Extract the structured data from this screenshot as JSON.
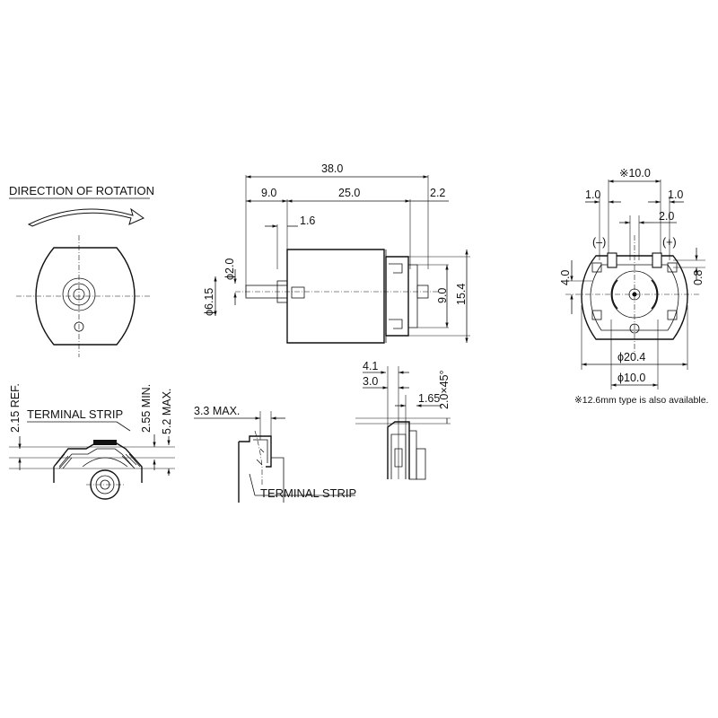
{
  "labels": {
    "direction_of_rotation": "DIRECTION OF ROTATION",
    "terminal_strip_left": "TERMINAL STRIP",
    "terminal_strip_bottom": "TERMINAL STRIP",
    "neg": "(–)",
    "pos": "(+)",
    "note": "※12.6mm type is also available."
  },
  "dimensions": {
    "overall_length": "38.0",
    "shaft_length": "9.0",
    "body_length": "25.0",
    "end_cap": "2.2",
    "shaft_step": "1.6",
    "shaft_dia": "ϕ2.0",
    "boss_dia": "ϕ6.15",
    "boss_height": "9.0",
    "body_height": "15.4",
    "term_pitch": "※10.0",
    "term_w_left": "1.0",
    "term_w_right": "1.0",
    "term_gap": "2.0",
    "end_offset": "4.0",
    "end_small": "0.8",
    "end_dia": "ϕ20.4",
    "end_boss": "ϕ10.0",
    "ref_215": "2.15 REF.",
    "min_255": "2.55 MIN.",
    "max_52": "5.2 MAX.",
    "max_33": "3.3 MAX.",
    "d41": "4.1",
    "d30": "3.0",
    "d165": "1.65",
    "chamfer": "2.0×45°"
  }
}
